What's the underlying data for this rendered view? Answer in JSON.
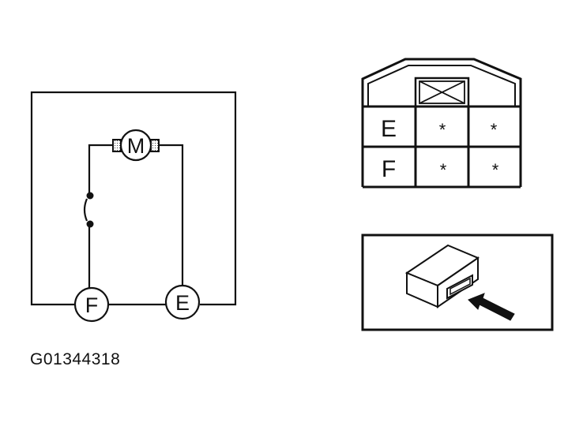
{
  "circuit": {
    "motor_label": "M",
    "terminal_f": "F",
    "terminal_e": "E"
  },
  "connector_grid": {
    "rows": [
      {
        "label": "E",
        "cells": [
          "*",
          "*"
        ]
      },
      {
        "label": "F",
        "cells": [
          "*",
          "*"
        ]
      }
    ]
  },
  "figure_code": "G01344318"
}
